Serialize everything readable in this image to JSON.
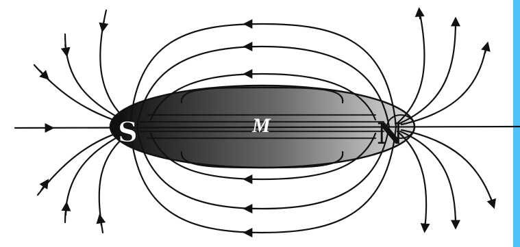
{
  "diagram": {
    "labels": {
      "south_pole": "S",
      "north_pole": "N",
      "magnet": "M"
    },
    "colors": {
      "background": "#ffffff",
      "lines": "#111111",
      "magnet_dark": "#0d0d0d",
      "magnet_light": "#d8d8d8",
      "edge_strip": "#4fc3f7"
    }
  }
}
